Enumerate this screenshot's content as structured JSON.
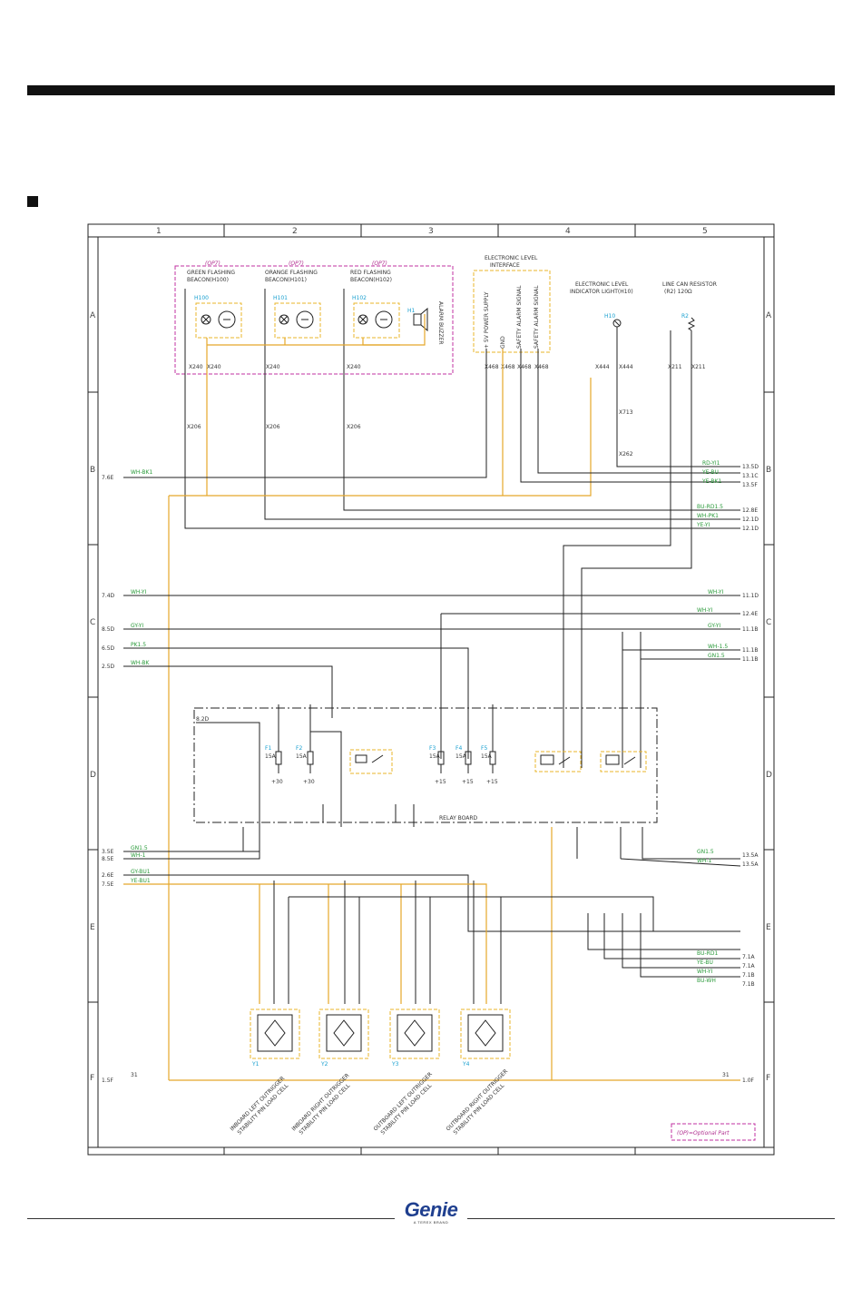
{
  "grid": {
    "columns": [
      "1",
      "2",
      "3",
      "4",
      "5"
    ],
    "rows": [
      "A",
      "B",
      "C",
      "D",
      "E",
      "F"
    ]
  },
  "optional_group": {
    "tags": [
      "(OP7)",
      "(OP7)",
      "(OP7)"
    ],
    "beacons": [
      {
        "line1": "GREEN FLASHING",
        "line2": "BEACON(H100)",
        "ref": "H100"
      },
      {
        "line1": "ORANGE FLASHING",
        "line2": "BEACON(H101)",
        "ref": "H101"
      },
      {
        "line1": "RED FLASHING",
        "line2": "BEACON(H102)",
        "ref": "H102"
      }
    ],
    "alarm": {
      "label": "ALARM BUZZER",
      "ref": "H1"
    }
  },
  "interface": {
    "title1": "ELECTRONIC LEVEL",
    "title2": "INTERFACE",
    "pins": [
      "+ 5V POWER SUPPLY",
      "GND",
      "SAFETY ALARM SIGNAL",
      "SAFETY ALARM SIGNAL"
    ]
  },
  "indicator": {
    "line1": "ELECTRONIC LEVEL",
    "line2": "INDICATOR LIGHT(H10)",
    "ref": "H10"
  },
  "resistor": {
    "line1": "LINE CAN RESISTOR",
    "line2": "(R2) 120Ω",
    "ref": "R2"
  },
  "relay_board": {
    "label": "RELAY BOARD"
  },
  "fuses": [
    {
      "ref": "F1",
      "rating": "15A",
      "out": "+30"
    },
    {
      "ref": "F2",
      "rating": "15A",
      "out": "+30"
    },
    {
      "ref": "F3",
      "rating": "15A",
      "out": "+15"
    },
    {
      "ref": "F4",
      "rating": "15A",
      "out": "+15"
    },
    {
      "ref": "F5",
      "rating": "15A",
      "out": "+15"
    }
  ],
  "left_refs": [
    {
      "ref": "7.6E",
      "wire": "WH-BK1"
    },
    {
      "ref": "7.4D",
      "wire": "WH-YI"
    },
    {
      "ref": "8.5D",
      "wire": "GY-YI"
    },
    {
      "ref": "6.5D",
      "wire": "PK1.5"
    },
    {
      "ref": "2.5D",
      "wire": "WH-BK"
    },
    {
      "ref": "8.2D",
      "wire": ""
    },
    {
      "ref": "3.5E",
      "wire": "GN1.5"
    },
    {
      "ref": "8.5E",
      "wire": "WH-1"
    },
    {
      "ref": "2.6E",
      "wire": "GY-BU1"
    },
    {
      "ref": "7.5E",
      "wire": "YE-BU1"
    },
    {
      "ref": "1.5F",
      "wire": "31"
    }
  ],
  "right_refs": [
    {
      "ref": "13.5D",
      "wire": "RD-YI1"
    },
    {
      "ref": "13.1C",
      "wire": "YE-BU"
    },
    {
      "ref": "13.5F",
      "wire": "YE-BK1"
    },
    {
      "ref": "12.8E",
      "wire": "BU-RD1.5"
    },
    {
      "ref": "12.1D",
      "wire": "WH-PK1"
    },
    {
      "ref": "12.1D",
      "wire": "YE-YI"
    },
    {
      "ref": "11.1D",
      "wire": "WH-YI"
    },
    {
      "ref": "12.4E",
      "wire": "WH-YI"
    },
    {
      "ref": "11.1B",
      "wire": "GY-YI"
    },
    {
      "ref": "11.1B",
      "wire": "WH-1.5"
    },
    {
      "ref": "11.1B",
      "wire": "GN1.5"
    },
    {
      "ref": "13.5A",
      "wire": "GN1.5"
    },
    {
      "ref": "13.5A",
      "wire": "WH-1"
    },
    {
      "ref": "7.1A",
      "wire": "BU-RD1"
    },
    {
      "ref": "7.1A",
      "wire": "YE-BU"
    },
    {
      "ref": "7.1B",
      "wire": "WH-YI"
    },
    {
      "ref": "7.1B",
      "wire": "BU-WH"
    },
    {
      "ref": "1.0F",
      "wire": "31"
    }
  ],
  "load_cells": [
    {
      "line1": "INBOARD LEFT OUTRIGGER",
      "line2": "STABILITY PIN LOAD CELL",
      "ref": "Y1"
    },
    {
      "line1": "INBOARD RIGHT OUTRIGGER",
      "line2": "STABILITY PIN LOAD CELL",
      "ref": "Y2"
    },
    {
      "line1": "OUTBOARD LEFT OUTRIGGER",
      "line2": "STABILITY PIN LOAD CELL",
      "ref": "Y3"
    },
    {
      "line1": "OUTBOARD RIGHT OUTRIGGER",
      "line2": "STABILITY PIN LOAD CELL",
      "ref": "Y4"
    }
  ],
  "legend": "(OP)=Optional Part",
  "logo": {
    "word": "Genie",
    "tagline": "A TEREX BRAND"
  },
  "colors": {
    "wire_label": "#2a9a3a",
    "optional": "#b03090",
    "component": "#1aa0d0",
    "ground_wire": "#e5a82a",
    "logo": "#1f3f8f"
  }
}
